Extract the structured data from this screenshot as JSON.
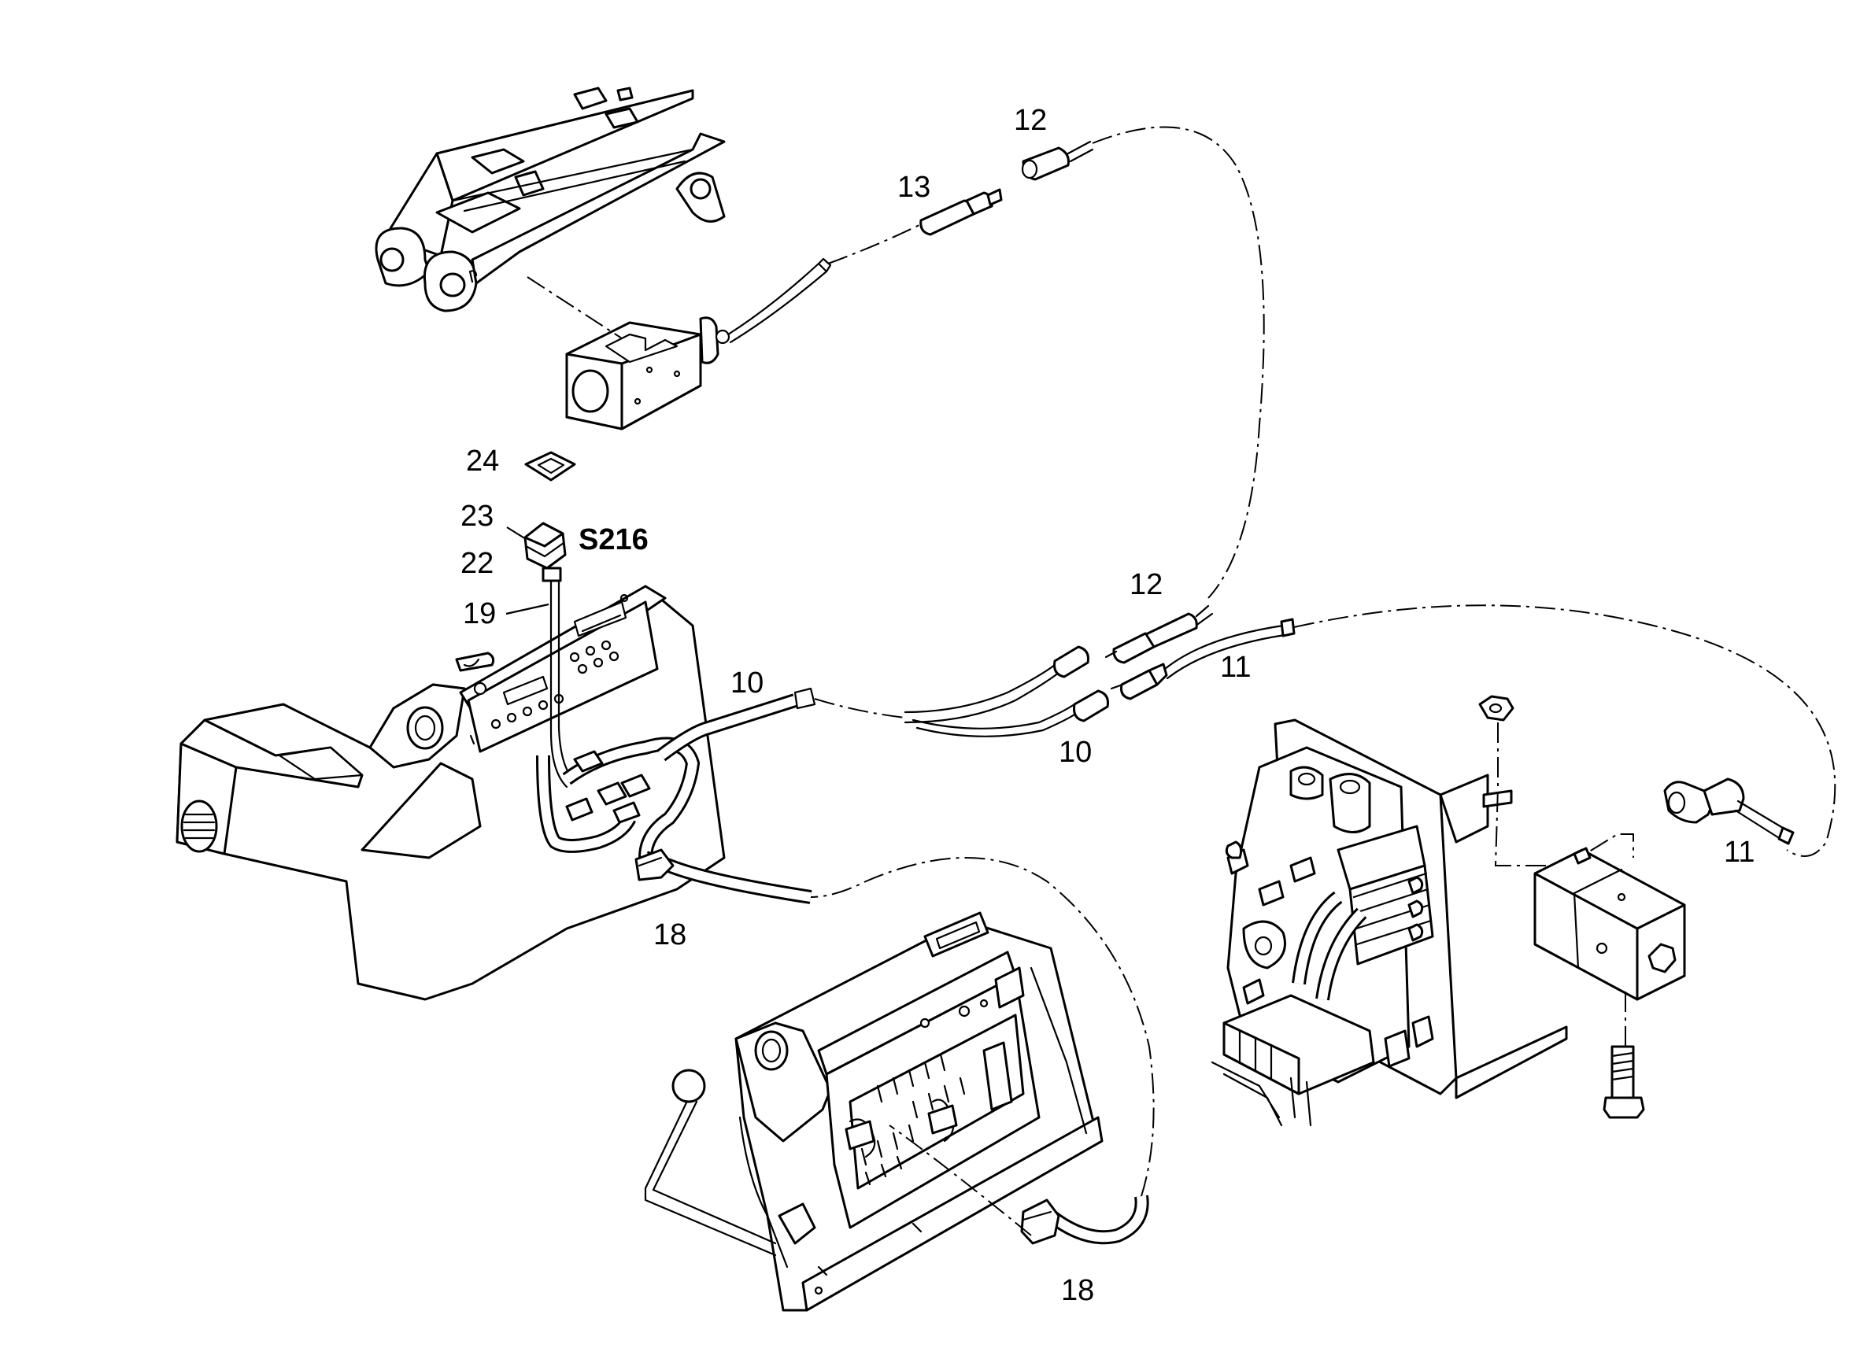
{
  "callouts": {
    "c12_top": "12",
    "c13": "13",
    "c24": "24",
    "c23": "23",
    "s216": "S216",
    "c22": "22",
    "c19": "19",
    "c12_mid": "12",
    "c10_upper": "10",
    "c11_mid": "11",
    "c10_lower": "10",
    "c11_right": "11",
    "c18_left": "18",
    "c18_bottom": "18"
  },
  "colors": {
    "line": "#000000",
    "background": "#ffffff"
  }
}
